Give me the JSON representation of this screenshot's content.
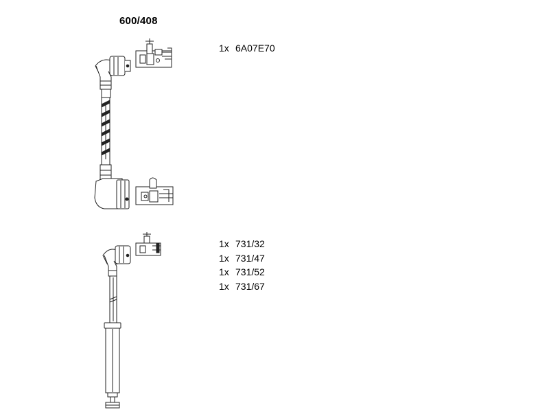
{
  "set_number": "600/408",
  "parts_top": [
    {
      "qty": "1x",
      "code": "6A07E70"
    }
  ],
  "parts_bottom": [
    {
      "qty": "1x",
      "code": "731/32"
    },
    {
      "qty": "1x",
      "code": "731/47"
    },
    {
      "qty": "1x",
      "code": "731/52"
    },
    {
      "qty": "1x",
      "code": "731/67"
    }
  ]
}
